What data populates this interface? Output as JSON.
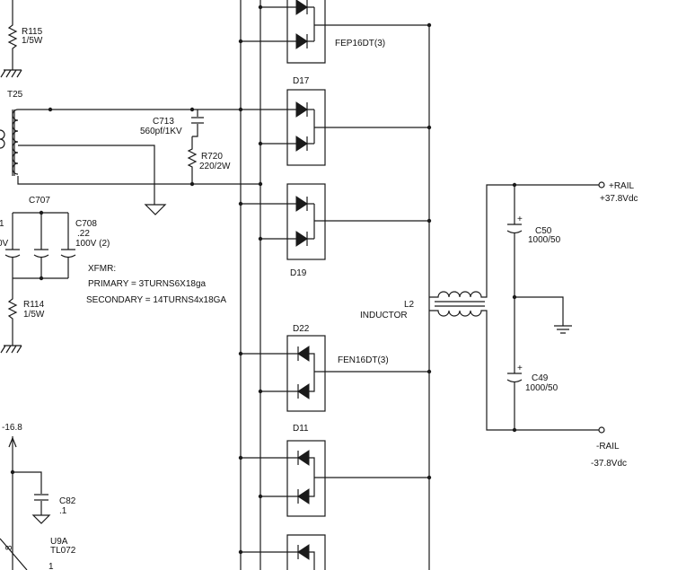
{
  "schematic": {
    "r115": {
      "ref": "R115",
      "value": "1/5W"
    },
    "t25": {
      "ref": "T25"
    },
    "c713": {
      "ref": "C713",
      "value": "560pf/1KV"
    },
    "r720": {
      "ref": "R720",
      "value": "220/2W"
    },
    "c707": {
      "ref": "C707"
    },
    "c708": {
      "ref": "C708",
      "value1": ".22",
      "value2": "100V (2)"
    },
    "left_partial": {
      "one": "1",
      "v": "0V"
    },
    "xfmr": {
      "title": "XFMR:",
      "primary": "PRIMARY = 3TURNS6X18ga",
      "secondary": "SECONDARY = 14TURNS4x18GA"
    },
    "r114": {
      "ref": "R114",
      "value": "1/5W"
    },
    "rail_neg_16": {
      "text": "-16.8"
    },
    "c82": {
      "ref": "C82",
      "value": ".1"
    },
    "u9a": {
      "ref": "U9A",
      "part": "TL072",
      "pin8": "8",
      "pin1": "1"
    },
    "fep16dt": {
      "label": "FEP16DT(3)"
    },
    "d17": {
      "ref": "D17"
    },
    "d19": {
      "ref": "D19"
    },
    "d22": {
      "ref": "D22"
    },
    "fen16dt": {
      "label": "FEN16DT(3)"
    },
    "d11": {
      "ref": "D11"
    },
    "l2": {
      "ref": "L2",
      "value": "INDUCTOR"
    },
    "c50": {
      "ref": "C50",
      "value": "1000/50",
      "polarity": "+"
    },
    "c49": {
      "ref": "C49",
      "value": "1000/50",
      "polarity": "+"
    },
    "rail_pos": {
      "name": "+RAIL",
      "voltage": "+37.8Vdc"
    },
    "rail_neg": {
      "name": "-RAIL",
      "voltage": "-37.8Vdc"
    }
  }
}
